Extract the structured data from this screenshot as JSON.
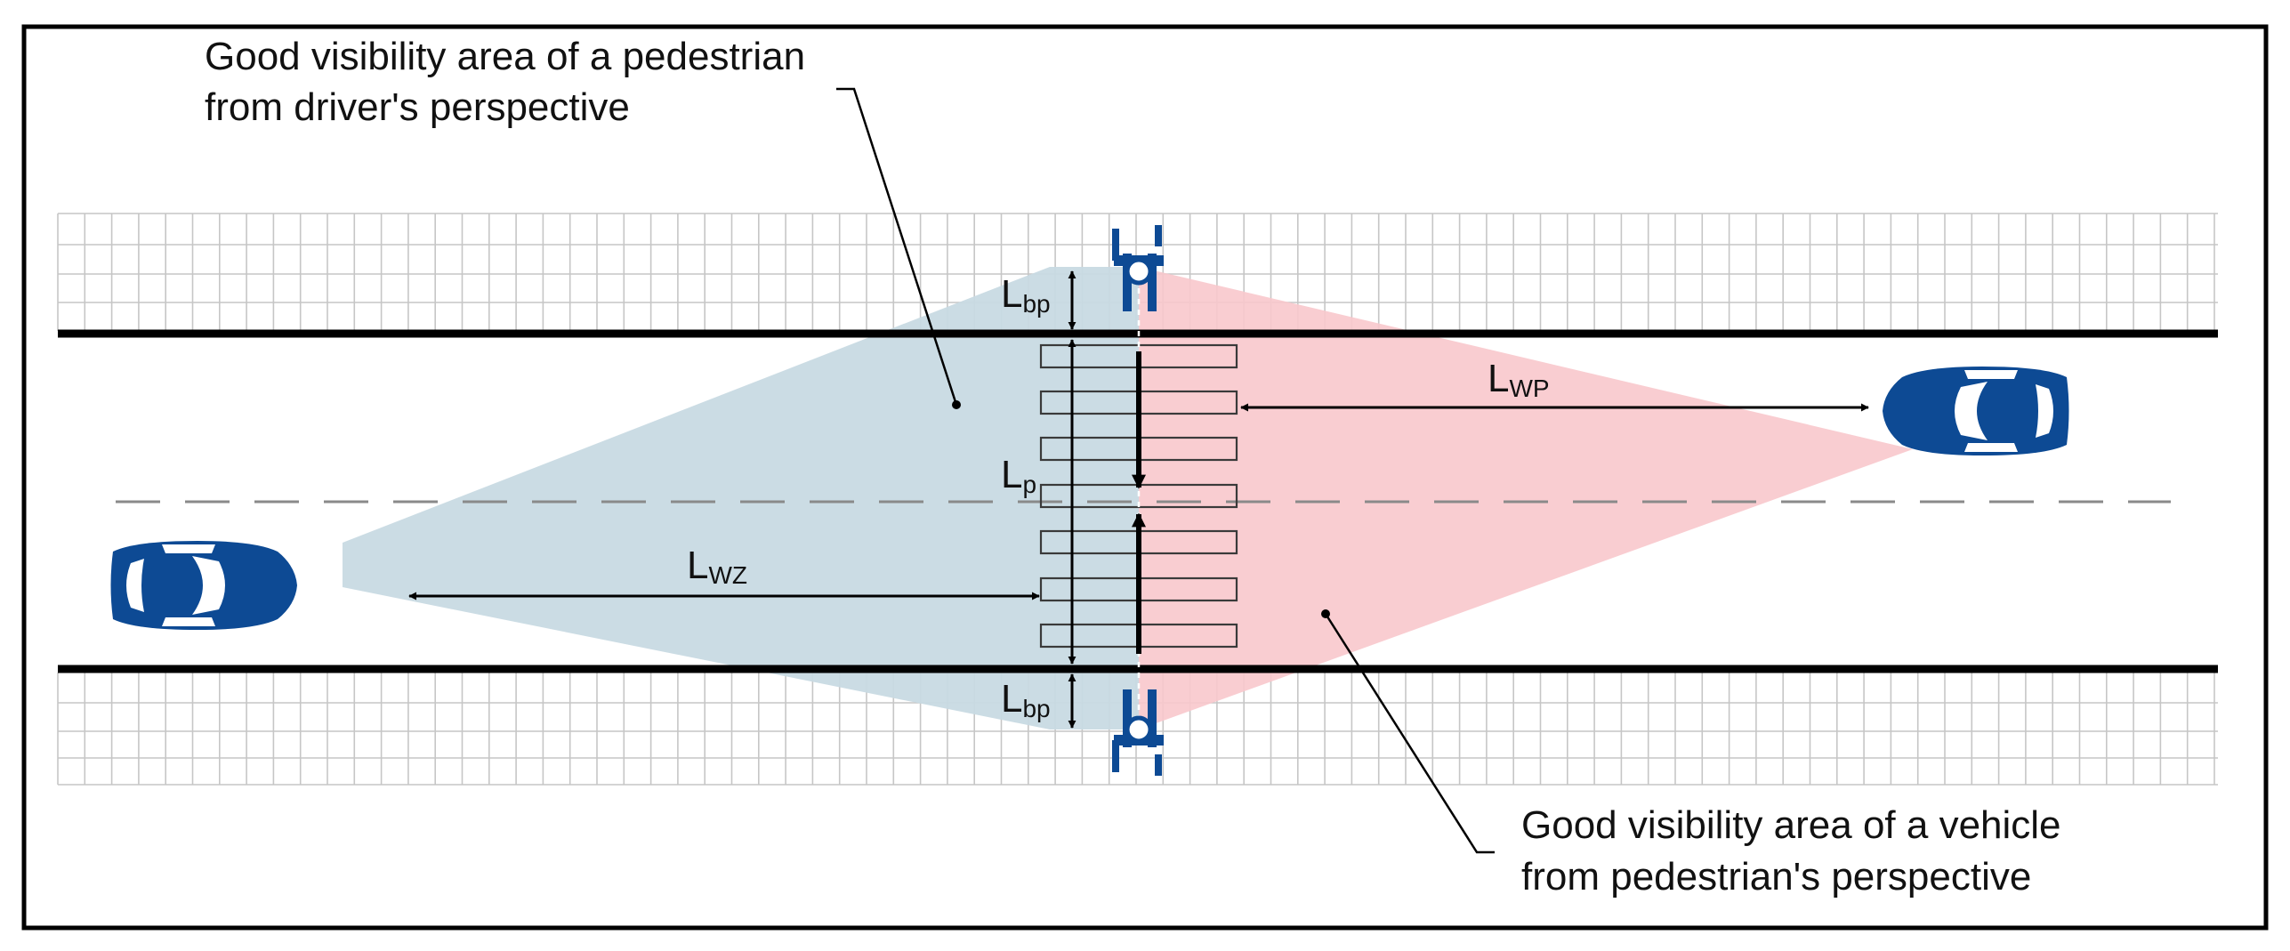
{
  "callouts": {
    "driver_view_line1": "Good visibility area of a pedestrian",
    "driver_view_line2": "from driver's perspective",
    "pedestrian_view_line1": "Good visibility area of a vehicle",
    "pedestrian_view_line2": "from pedestrian's perspective"
  },
  "dimensions": {
    "lbp_top_main": "L",
    "lbp_top_sub": "bp",
    "lbp_bottom_main": "L",
    "lbp_bottom_sub": "bp",
    "lp_main": "L",
    "lp_sub": "p",
    "lwp_main": "L",
    "lwp_sub": "WP",
    "lwz_main": "L",
    "lwz_sub": "WZ"
  },
  "icons": {
    "left_vehicle": "car-top-view-icon",
    "right_vehicle": "car-top-view-icon",
    "top_pedestrian": "pedestrian-top-view-icon",
    "bottom_pedestrian": "pedestrian-top-view-icon"
  },
  "colors": {
    "driver_visibility_area": "#c8dae3",
    "pedestrian_visibility_area": "#f8c8cc",
    "vehicle": "#0d4a94",
    "road_edge": "#000000",
    "grid": "#c6c6c6",
    "center_line": "#8a8a8a"
  }
}
